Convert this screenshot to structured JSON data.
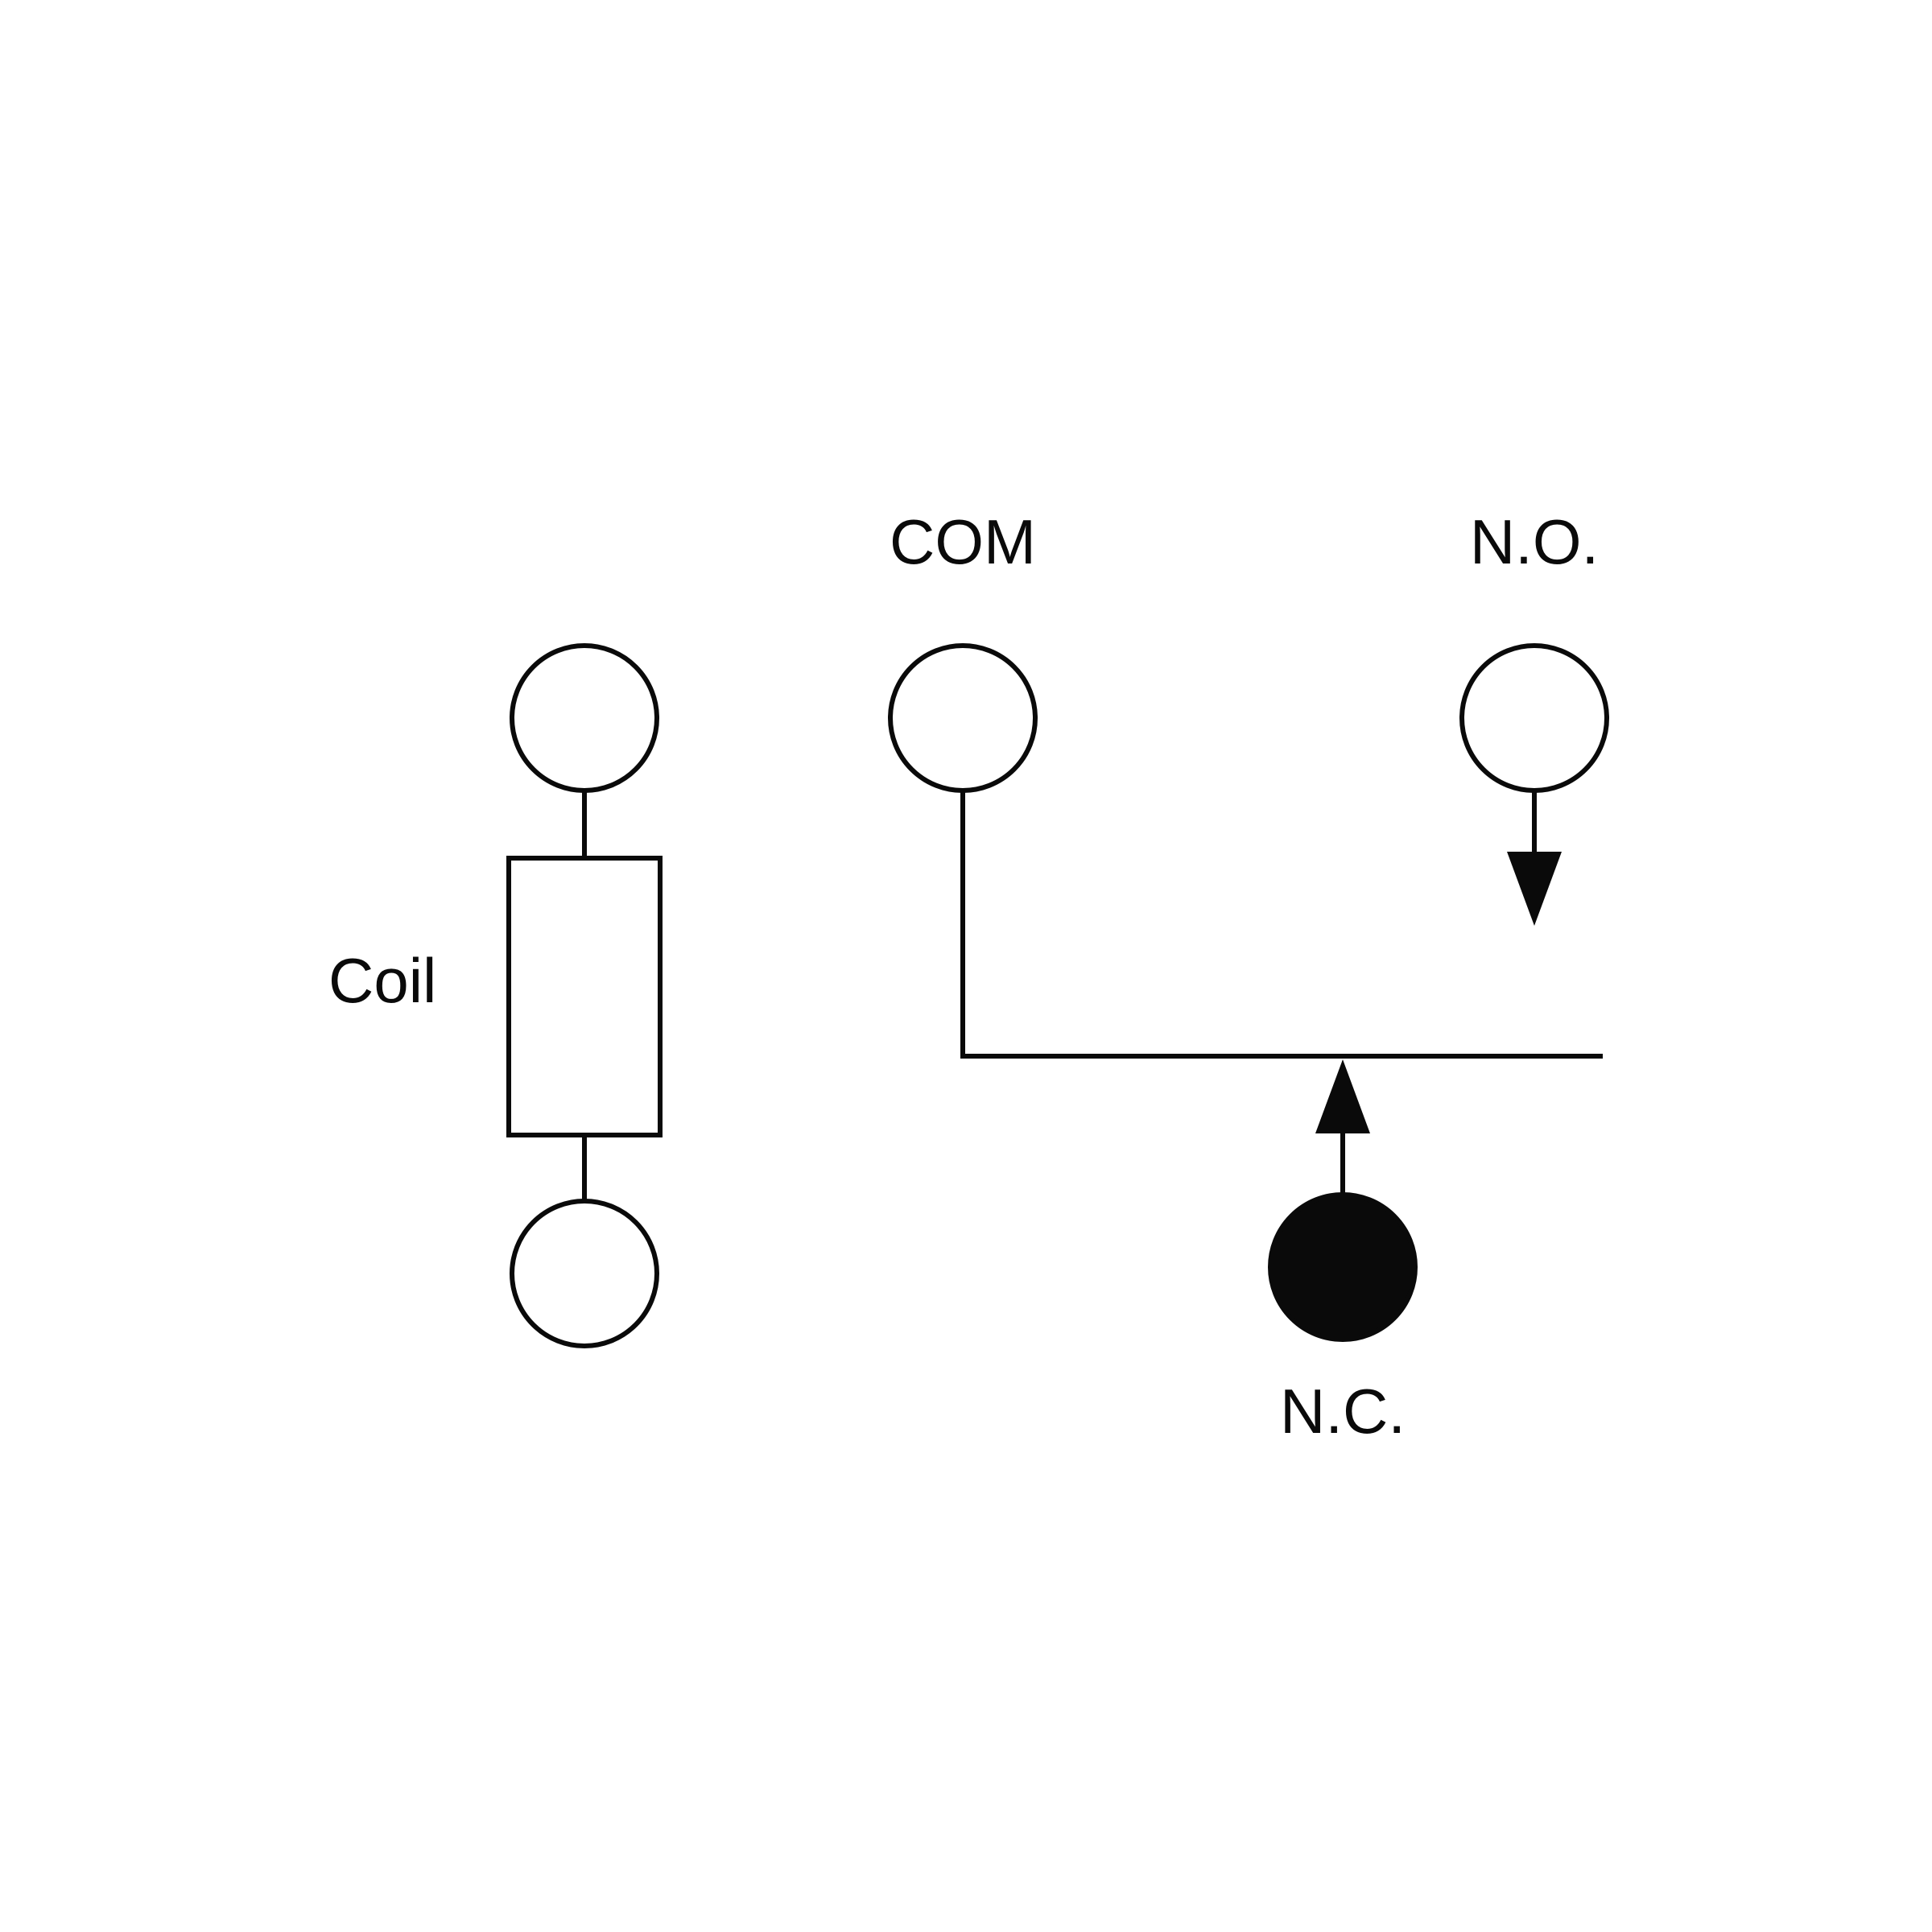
{
  "labels": {
    "com": "COM",
    "no": "N.O.",
    "nc": "N.C.",
    "coil": "Coil"
  },
  "terminals": {
    "coil_top": "open",
    "coil_bottom": "open",
    "com": "open",
    "no": "open",
    "nc": "filled"
  },
  "colors": {
    "line": "#0a0a0a",
    "background": "#ffffff"
  }
}
